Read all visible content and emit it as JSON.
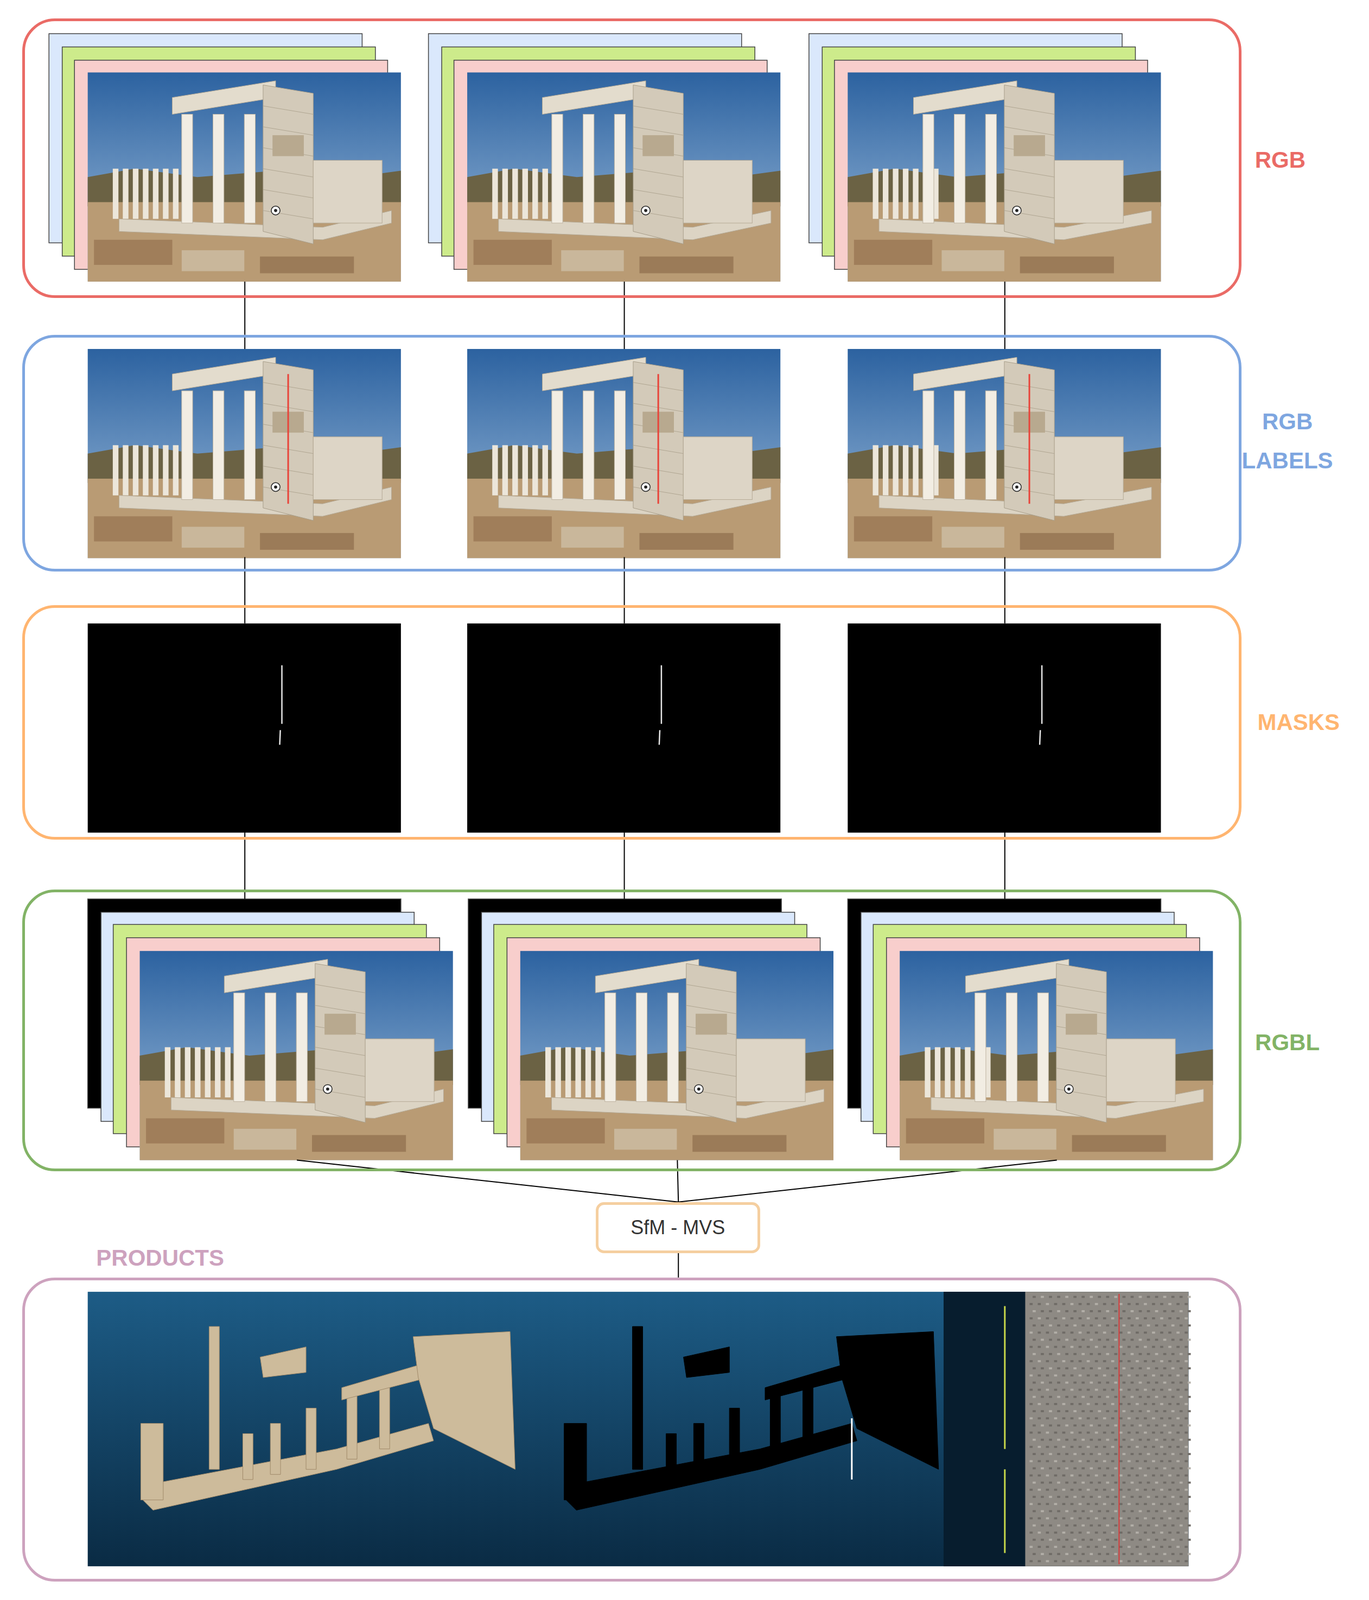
{
  "diagram": {
    "nodes": [
      {
        "text": [
          "RGB"
        ]
      },
      {
        "text": [
          "RGB LABELS"
        ]
      },
      {
        "text": [
          "MASKS"
        ]
      },
      {
        "text": [
          "RGBL"
        ]
      },
      {
        "text": [
          "SfM - MVS"
        ]
      },
      {
        "text": [
          "PRODUCTS"
        ]
      }
    ],
    "edges": [
      {
        "from": 0,
        "to": 1,
        "arrow": "none"
      },
      {
        "from": 0,
        "to": 1,
        "arrow": "none"
      },
      {
        "from": 0,
        "to": 1,
        "arrow": "none"
      },
      {
        "from": 1,
        "to": 2,
        "arrow": "none"
      },
      {
        "from": 1,
        "to": 2,
        "arrow": "none"
      },
      {
        "from": 1,
        "to": 2,
        "arrow": "none"
      },
      {
        "from": 2,
        "to": 3,
        "arrow": "none"
      },
      {
        "from": 2,
        "to": 3,
        "arrow": "none"
      },
      {
        "from": 2,
        "to": 3,
        "arrow": "none"
      },
      {
        "from": 3,
        "to": 4,
        "arrow": "none"
      },
      {
        "from": 3,
        "to": 4,
        "arrow": "none"
      },
      {
        "from": 3,
        "to": 4,
        "arrow": "none"
      },
      {
        "from": 4,
        "to": 5,
        "arrow": "none"
      }
    ]
  }
}
